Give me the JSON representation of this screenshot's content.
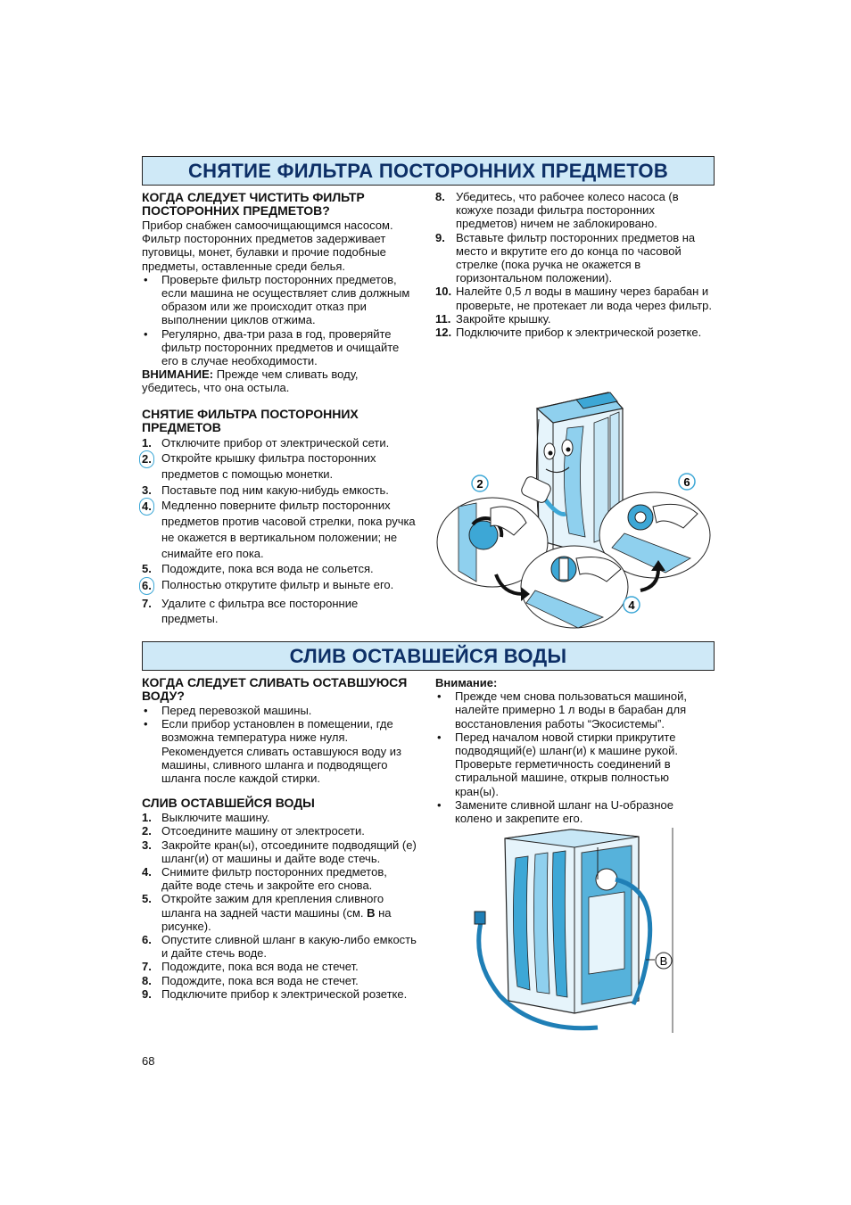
{
  "section1": {
    "title": "СНЯТИЕ ФИЛЬТРА ПОСТОРОННИХ ПРЕДМЕТОВ",
    "when_heading": "КОГДА СЛЕДУЕТ ЧИСТИТЬ ФИЛЬТР ПОСТОРОННИХ ПРЕДМЕТОВ?",
    "intro": "Прибор снабжен самоочищающимся насосом. Фильтр посторонних предметов задерживает пуговицы, монет, булавки и прочие подобные предметы, оставленные среди белья.",
    "bullets": [
      "Проверьте фильтр посторонних предметов, если машина не осуществляет слив должным образом или же происходит отказ при выполнении циклов отжима.",
      "Регулярно, два-три раза в год, проверяйте фильтр посторонних предметов и очищайте его в случае необходимости."
    ],
    "warning_label": "ВНИМАНИЕ:",
    "warning_text": " Прежде чем сливать воду, убедитесь, что она остыла.",
    "removal_heading": "СНЯТИЕ ФИЛЬТРА ПОСТОРОННИХ ПРЕДМЕТОВ",
    "steps": [
      {
        "num": "1.",
        "text": "Отключите прибор от электрической сети."
      },
      {
        "num": "2.",
        "text": "Откройте крышку фильтра посторонних предметов с помощью монетки."
      },
      {
        "num": "3.",
        "text": "Поставьте под ним какую-нибудь емкость."
      },
      {
        "num": "4.",
        "text": "Медленно поверните фильтр посторонних предметов против часовой стрелки, пока ручка не окажется в вертикальном положении; не снимайте его пока."
      },
      {
        "num": "5.",
        "text": "Подождите, пока вся вода не сольется."
      },
      {
        "num": "6.",
        "text": "Полностью открутите фильтр и выньте его."
      },
      {
        "num": "7.",
        "text": "Удалите с фильтра все посторонние предметы."
      }
    ],
    "steps_right": [
      {
        "num": "8.",
        "text": "Убедитесь, что рабочее колесо насоса (в кожухе позади фильтра посторонних предметов) ничем не заблокировано."
      },
      {
        "num": "9.",
        "text": "Вставьте фильтр посторонних предметов на место и вкрутите его до конца по часовой стрелке (пока ручка не окажется в горизонтальном положении)."
      },
      {
        "num": "10.",
        "text": "Налейте 0,5 л воды в машину через барабан и проверьте, не протекает ли вода через фильтр."
      },
      {
        "num": "11.",
        "text": "Закройте крышку."
      },
      {
        "num": "12.",
        "text": "Подключите прибор к электрической розетке."
      }
    ],
    "figure_labels": [
      "2",
      "6",
      "4"
    ]
  },
  "section2": {
    "title": "СЛИВ ОСТАВШЕЙСЯ ВОДЫ",
    "when_heading": "КОГДА СЛЕДУЕТ СЛИВАТЬ ОСТАВШУЮСЯ ВОДУ?",
    "bullets": [
      "Перед перевозкой машины.",
      "Если прибор установлен в помещении, где возможна температура ниже нуля. Рекомендуется сливать оставшуюся воду из машины, сливного шланга и подводящего шланга после каждой стирки."
    ],
    "drain_heading": "СЛИВ ОСТАВШЕЙСЯ ВОДЫ",
    "steps": [
      {
        "num": "1.",
        "text": "Выключите машину."
      },
      {
        "num": "2.",
        "text": "Отсоедините машину от электросети."
      },
      {
        "num": "3.",
        "text": "Закройте кран(ы), отсоедините подводящий (е) шланг(и) от машины и дайте воде стечь."
      },
      {
        "num": "4.",
        "text": "Снимите фильтр посторонних предметов, дайте воде стечь и закройте его снова."
      },
      {
        "num": "5.",
        "text_a": "Откройте зажим для крепления сливного шланга на задней части машины (см. ",
        "text_b": "B",
        "text_c": " на рисунке)."
      },
      {
        "num": "6.",
        "text": "Опустите сливной шланг в какую-либо емкость и дайте стечь воде."
      },
      {
        "num": "7.",
        "text": "Подождите, пока вся вода не стечет."
      },
      {
        "num": "8.",
        "text": "Подождите, пока вся вода не стечет."
      },
      {
        "num": "9.",
        "text": "Подключите прибор к электрической розетке."
      }
    ],
    "attention_label": "Внимание:",
    "attention_bullets": [
      "Прежде чем снова пользоваться машиной, налейте примерно 1 л воды в барабан для восстановления работы “Экосистемы”.",
      "Перед началом новой стирки прикрутите подводящий(е) шланг(и) к машине рукой. Проверьте герметичность соединений в стиральной машине, открыв полностью кран(ы).",
      "Замените сливной шланг на U-образное колено и закрепите его."
    ],
    "figure_label": "B"
  },
  "page_number": "68",
  "colors": {
    "banner_bg": "#cfe9f7",
    "banner_text": "#0d2f66",
    "accent_blue": "#3da7d6"
  }
}
